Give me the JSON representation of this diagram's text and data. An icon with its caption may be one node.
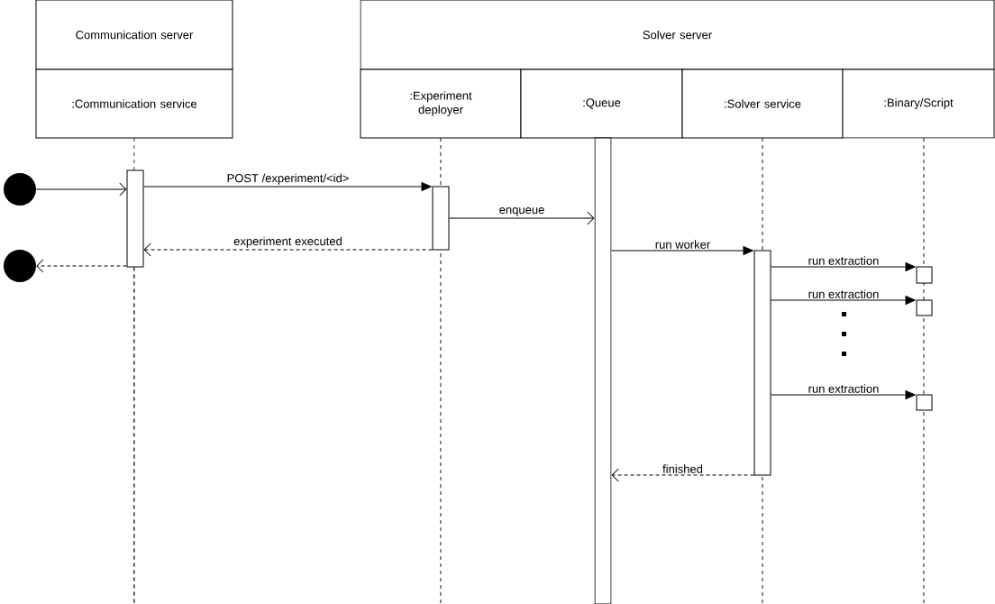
{
  "diagram": {
    "nodes": [
      {
        "text": [
          "Communication server"
        ]
      },
      {
        "text": [
          ":Communication service"
        ]
      },
      {
        "text": [
          "Solver server"
        ]
      },
      {
        "text": [
          ":Experiment deployer"
        ]
      },
      {
        "text": [
          ":Queue"
        ]
      },
      {
        "text": [
          ":Solver service"
        ]
      },
      {
        "text": [
          ":Binary/Script"
        ]
      },
      {
        "text": [],
        "shape": "circle"
      },
      {
        "text": [],
        "shape": "circle"
      },
      {
        "text": [],
        "shape": "bar"
      },
      {
        "text": [],
        "shape": "bar"
      },
      {
        "text": [],
        "shape": "bar"
      },
      {
        "text": [],
        "shape": "bar"
      },
      {
        "text": [],
        "shape": "box"
      },
      {
        "text": [],
        "shape": "box"
      },
      {
        "text": [],
        "shape": "box"
      }
    ],
    "edges": [
      {
        "from": 7,
        "to": 9,
        "arrow": "to"
      },
      {
        "from": 9,
        "to": 10,
        "label": "POST /experiment/<id>",
        "arrow": "to"
      },
      {
        "from": 10,
        "to": 11,
        "label": "enqueue",
        "arrow": "to"
      },
      {
        "from": 10,
        "to": 9,
        "label": "experiment executed",
        "arrow": "to",
        "style": "dashed"
      },
      {
        "from": 9,
        "to": 8,
        "arrow": "to",
        "style": "dashed"
      },
      {
        "from": 11,
        "to": 12,
        "label": "run worker",
        "arrow": "to"
      },
      {
        "from": 12,
        "to": 13,
        "label": "run extraction",
        "arrow": "to"
      },
      {
        "from": 12,
        "to": 14,
        "label": "run extraction",
        "arrow": "to"
      },
      {
        "from": 12,
        "to": 15,
        "label": "run extraction",
        "arrow": "to"
      },
      {
        "from": 12,
        "to": 11,
        "label": "finished",
        "arrow": "to",
        "style": "dashed"
      }
    ]
  }
}
